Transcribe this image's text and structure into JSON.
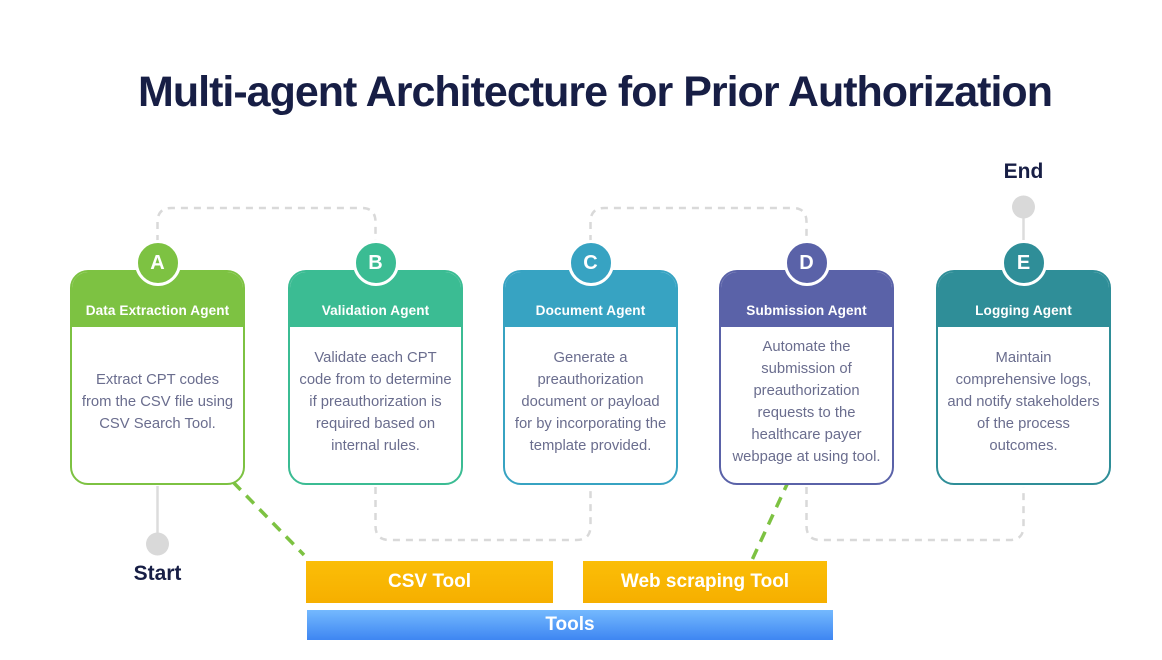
{
  "title": "Multi-agent Architecture for Prior Authorization",
  "flow": {
    "start_label": "Start",
    "end_label": "End"
  },
  "agents": [
    {
      "letter": "A",
      "name": "Data Extraction Agent",
      "description": "Extract CPT codes from the CSV file using CSV Search Tool.",
      "color": "#7DC242"
    },
    {
      "letter": "B",
      "name": "Validation Agent",
      "description": "Validate each CPT code from to determine if preauthorization is required based on internal rules.",
      "color": "#3BBC93"
    },
    {
      "letter": "C",
      "name": "Document Agent",
      "description": "Generate a preauthorization document or payload for by incorporating the template provided.",
      "color": "#37A3C2"
    },
    {
      "letter": "D",
      "name": "Submission Agent",
      "description": "Automate the submission of preauthorization requests to the healthcare payer webpage at using tool.",
      "color": "#5A62A8"
    },
    {
      "letter": "E",
      "name": "Logging Agent",
      "description": "Maintain comprehensive logs, and notify stakeholders of the process outcomes.",
      "color": "#2F8E98"
    }
  ],
  "tools": {
    "items": [
      {
        "label": "CSV Tool"
      },
      {
        "label": "Web scraping Tool"
      }
    ],
    "bar_label": "Tools",
    "tool_color": "#F9B604",
    "bar_gradient_top": "#74B9FE",
    "bar_gradient_bottom": "#3E86F2"
  },
  "colors": {
    "title_text": "#171E45",
    "body_text": "#6A6D8E",
    "connector_gray": "#D9D9D9",
    "tool_link_green": "#7DC242"
  }
}
